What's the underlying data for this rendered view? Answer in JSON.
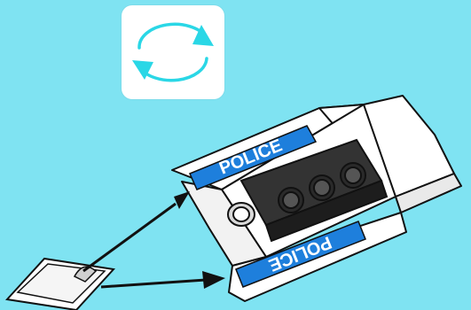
{
  "instruction": {
    "rotate_icon": "rotate-icon",
    "rotate_color": "#2ad7e6"
  },
  "model": {
    "part_name": "police-car-body",
    "sticker_top_text": "POLICE",
    "sticker_bottom_text": "POLICE",
    "sticker_color": "#1e7fdc"
  },
  "sticker_sheet": {
    "icon": "sticker-sheet-icon"
  },
  "colors": {
    "background": "#7fe3f2",
    "part_white": "#ffffff",
    "part_dark": "#2a2a2a",
    "outline": "#111111"
  }
}
